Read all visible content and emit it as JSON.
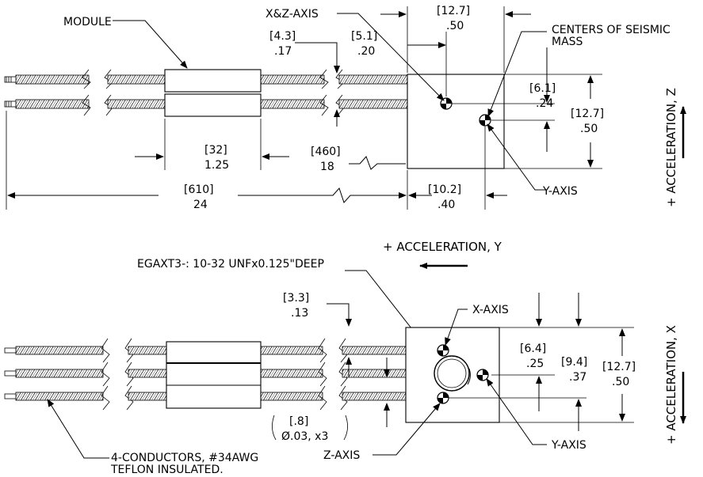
{
  "top_view": {
    "module_label": "MODULE",
    "xz_axis_label": "X&Z-AXIS",
    "centers_label_line1": "CENTERS OF SEISMIC",
    "centers_label_line2": "MASS",
    "y_axis_label": "Y-AXIS",
    "accel_z_label": "+ ACCELERATION, Z",
    "dims": {
      "d_12_7_mm": "[12.7]",
      "d_12_7_in": ".50",
      "d_4_3_mm": "[4.3]",
      "d_4_3_in": ".17",
      "d_5_1_mm": "[5.1]",
      "d_5_1_in": ".20",
      "d_6_1_mm": "[6.1]",
      "d_6_1_in": ".24",
      "d_12_7b_mm": "[12.7]",
      "d_12_7b_in": ".50",
      "d_32_mm": "[32]",
      "d_32_in": "1.25",
      "d_460_mm": "[460]",
      "d_460_in": "18",
      "d_610_mm": "[610]",
      "d_610_in": "24",
      "d_10_2_mm": "[10.2]",
      "d_10_2_in": ".40"
    }
  },
  "bottom_view": {
    "accel_y_label": "+ ACCELERATION, Y",
    "thread_label": "EGAXT3-: 10-32 UNFx0.125\"DEEP",
    "x_axis_label": "X-AXIS",
    "y_axis_label": "Y-AXIS",
    "z_axis_label": "Z-AXIS",
    "accel_x_label": "+ ACCELERATION, X",
    "conductors_line1": "4-CONDUCTORS, #34AWG",
    "conductors_line2": "TEFLON INSULATED.",
    "dims": {
      "d_3_3_mm": "[3.3]",
      "d_3_3_in": ".13",
      "d_6_4_mm": "[6.4]",
      "d_6_4_in": ".25",
      "d_9_4_mm": "[9.4]",
      "d_9_4_in": ".37",
      "d_12_7_mm": "[12.7]",
      "d_12_7_in": ".50",
      "d_8_mm": "[.8]",
      "d_8_in": "Ø.03, x3"
    }
  }
}
